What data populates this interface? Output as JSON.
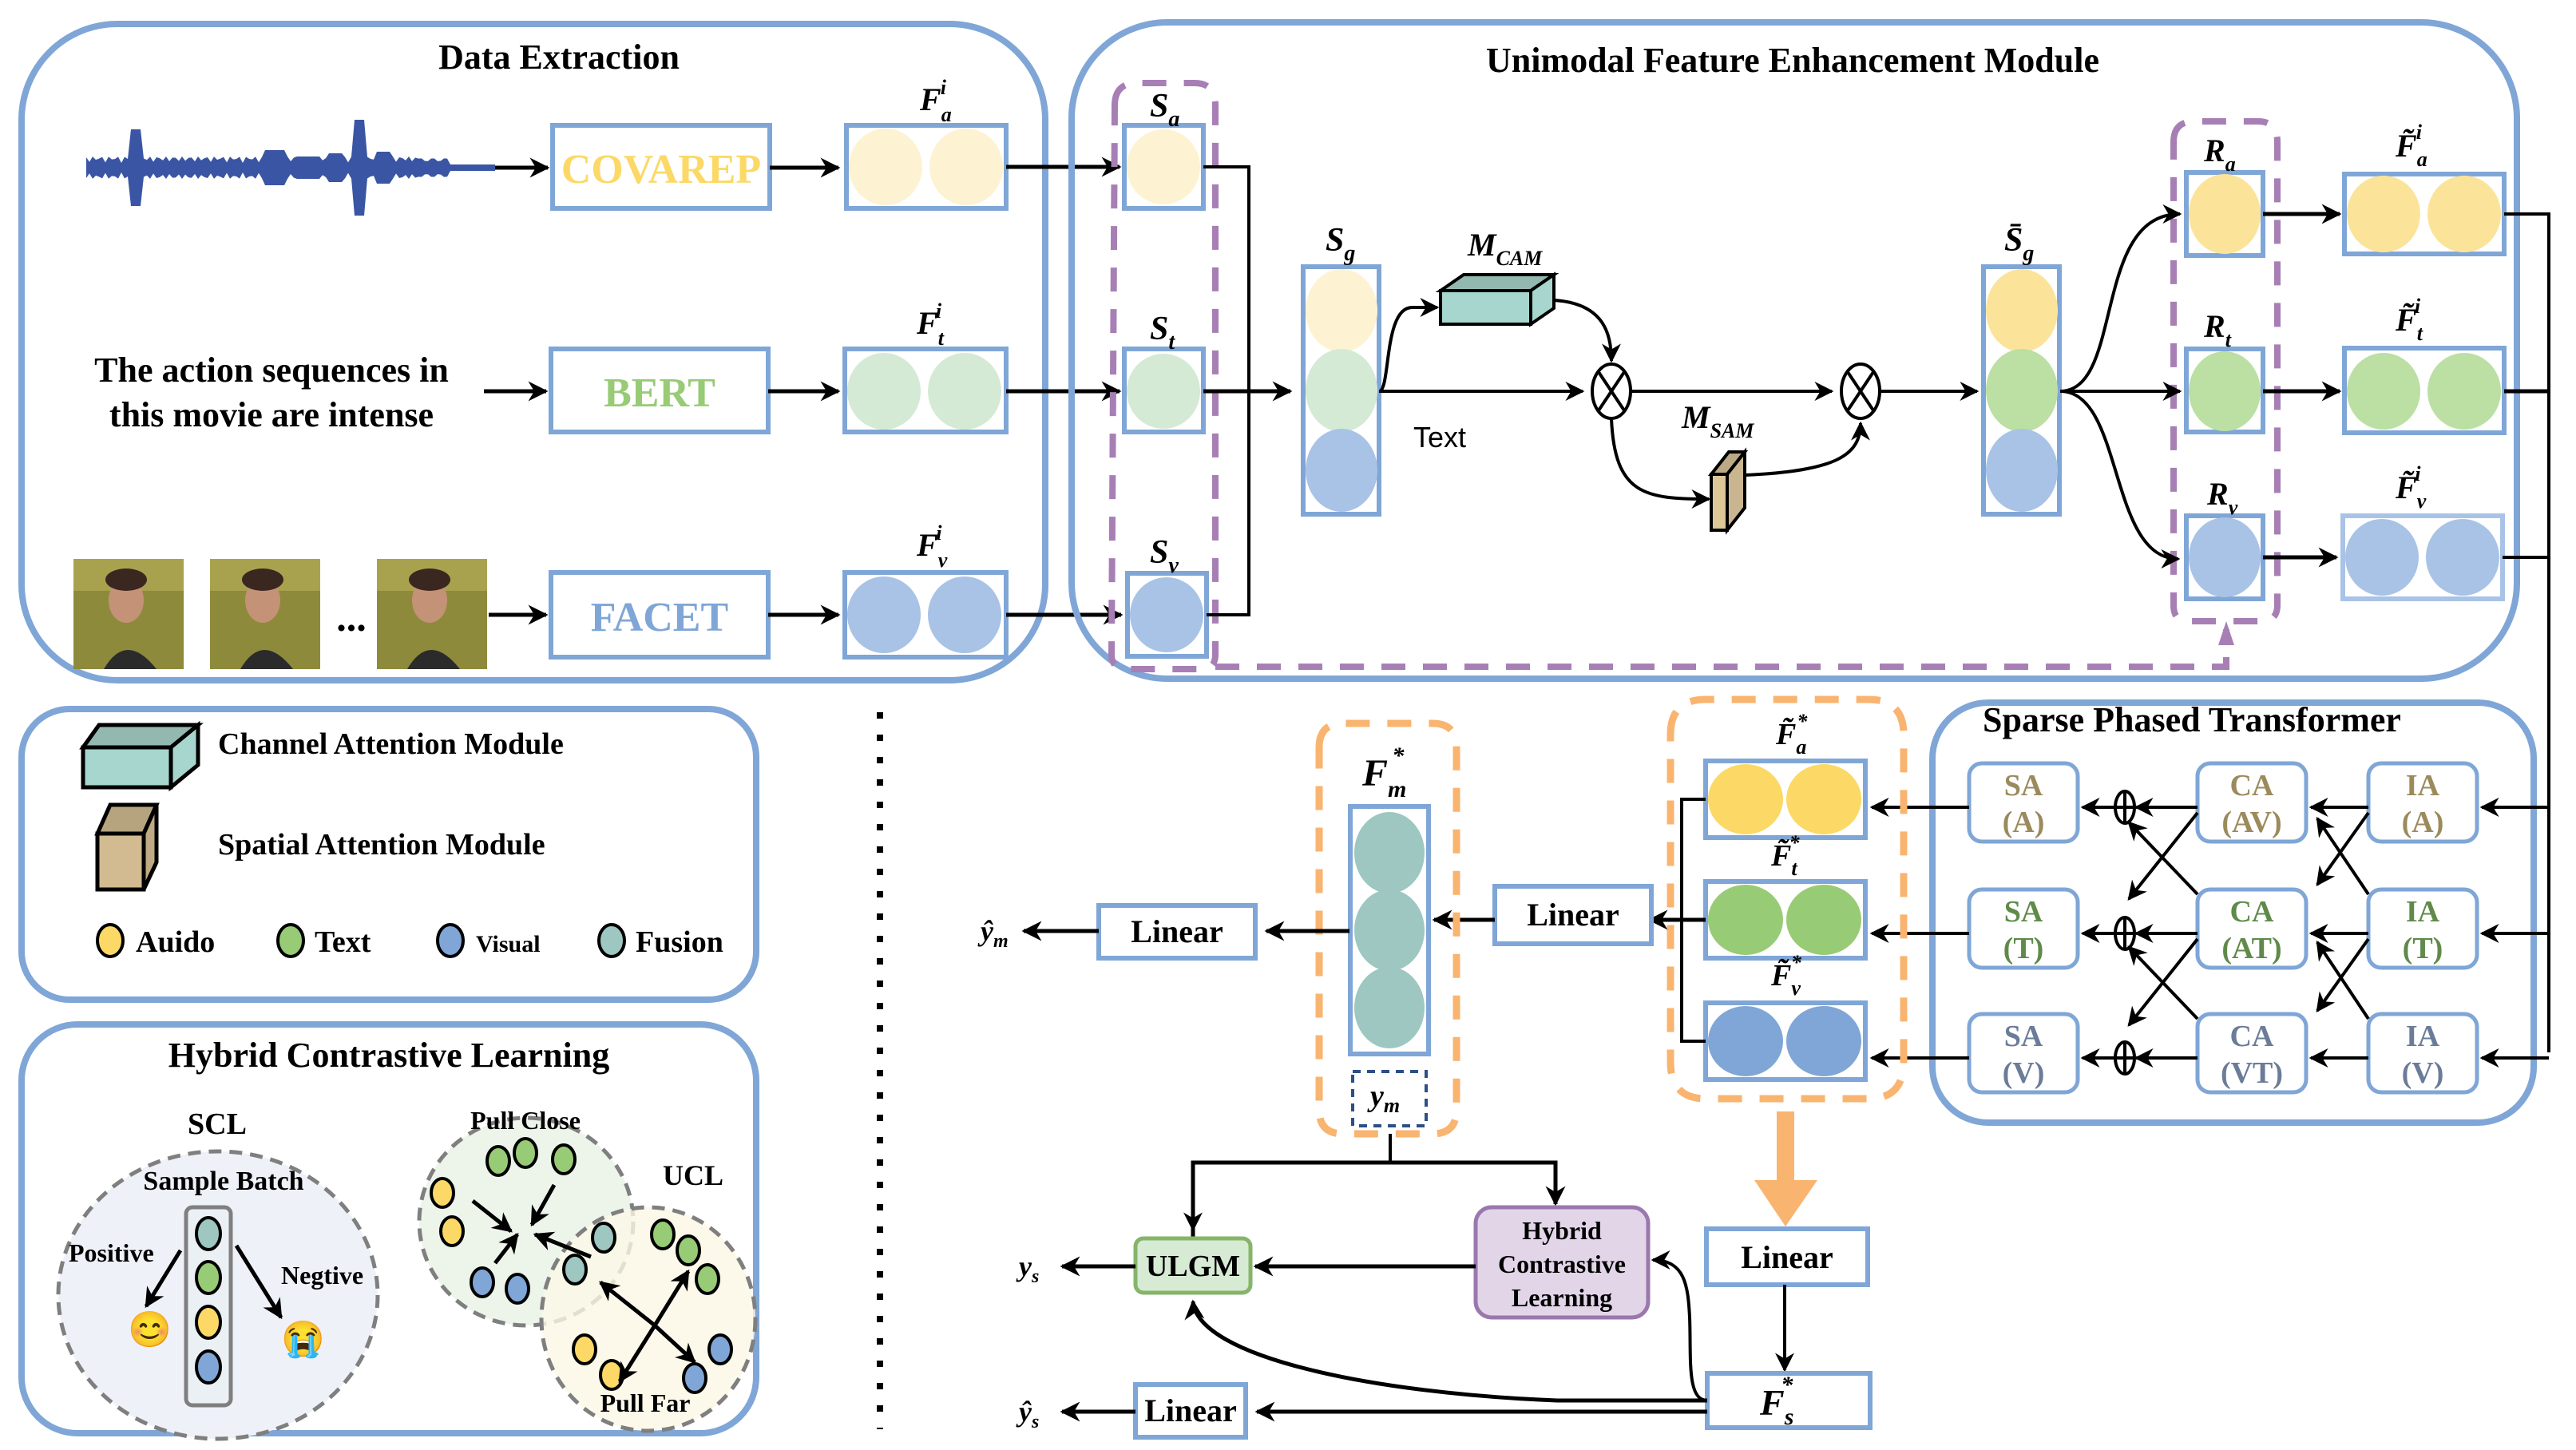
{
  "colors": {
    "frame_border": "#7fa6d6",
    "audio_light": "#fdf3d2",
    "audio": "#fbe49a",
    "audio_strong": "#fcd966",
    "text_light": "#d5ead5",
    "text": "#bcdfa3",
    "text_strong": "#98cb75",
    "visual_light": "#a9c3e6",
    "visual": "#7fa6d6",
    "fusion": "#9dc7c0",
    "purple_dash": "#a77fb5",
    "orange_dash": "#f9b470",
    "waveform": "#3a55a4",
    "ulgm_fill": "#d7ead4",
    "ulgm_border": "#86b56a",
    "hcl_fill": "#e2d5e8",
    "hcl_border": "#9a78ad",
    "sa_a_text": "#9b8a5c",
    "sa_t_text": "#5f8a4a",
    "sa_v_text": "#6b7c99"
  },
  "data_extraction": {
    "title": "Data Extraction",
    "audio_extractor": "COVAREP",
    "text_extractor": "BERT",
    "visual_extractor": "FACET",
    "input_sentence_line1": "The action sequences in",
    "input_sentence_line2": "this movie are intense",
    "frames_ellipsis": "...",
    "features": [
      {
        "symbol": "F",
        "sub": "a",
        "sup": "i"
      },
      {
        "symbol": "F",
        "sub": "t",
        "sup": "i"
      },
      {
        "symbol": "F",
        "sub": "v",
        "sup": "i"
      }
    ]
  },
  "ufem": {
    "title": "Unimodal Feature Enhancement Module",
    "inputs": [
      {
        "symbol": "S",
        "sub": "a"
      },
      {
        "symbol": "S",
        "sub": "t"
      },
      {
        "symbol": "S",
        "sub": "v"
      }
    ],
    "sg": {
      "symbol": "S",
      "sub": "g"
    },
    "sg_bar": {
      "symbol": "S̄",
      "sub": "g"
    },
    "mcam": {
      "symbol": "M",
      "sub": "CAM"
    },
    "msam": {
      "symbol": "M",
      "sub": "SAM"
    },
    "text_label": "Text",
    "residuals": [
      {
        "symbol": "R",
        "sub": "a"
      },
      {
        "symbol": "R",
        "sub": "t"
      },
      {
        "symbol": "R",
        "sub": "v"
      }
    ],
    "outputs": [
      {
        "symbol": "F̃",
        "sub": "a",
        "sup": "i"
      },
      {
        "symbol": "F̃",
        "sub": "t",
        "sup": "i"
      },
      {
        "symbol": "F̃",
        "sub": "v",
        "sup": "i"
      }
    ]
  },
  "legend": {
    "channel_attention": "Channel Attention Module",
    "spatial_attention": "Spatial Attention Module",
    "items": [
      {
        "label": "Auido",
        "color": "#fcd966"
      },
      {
        "label": "Text",
        "color": "#98cb75"
      },
      {
        "label": "Visual",
        "color": "#7fa6d6"
      },
      {
        "label": "Fusion",
        "color": "#9dc7c0"
      }
    ]
  },
  "hcl_panel": {
    "title": "Hybrid Contrastive Learning",
    "scl": "SCL",
    "sample_batch": "Sample Batch",
    "positive": "Positive",
    "negative": "Negtive",
    "ucl": "UCL",
    "pull_close": "Pull Close",
    "pull_far": "Pull Far",
    "positive_emoji": "😊",
    "negative_emoji": "😭"
  },
  "spt": {
    "title": "Sparse Phased Transformer",
    "rows": [
      {
        "sa": "SA",
        "sa_mod": "(A)",
        "ca": "CA",
        "ca_mod": "(AV)",
        "ia": "IA",
        "ia_mod": "(A)"
      },
      {
        "sa": "SA",
        "sa_mod": "(T)",
        "ca": "CA",
        "ca_mod": "(AT)",
        "ia": "IA",
        "ia_mod": "(T)"
      },
      {
        "sa": "SA",
        "sa_mod": "(V)",
        "ca": "CA",
        "ca_mod": "(VT)",
        "ia": "IA",
        "ia_mod": "(V)"
      }
    ]
  },
  "fusion": {
    "star_features": [
      {
        "symbol": "F̃",
        "sub": "a",
        "sup": "*"
      },
      {
        "symbol": "F̃",
        "sub": "t",
        "sup": "*"
      },
      {
        "symbol": "F̃",
        "sub": "v",
        "sup": "*"
      }
    ],
    "fm": {
      "symbol": "F",
      "sub": "m",
      "sup": "*"
    },
    "ym": {
      "symbol": "y",
      "sub": "m"
    },
    "linear_label": "Linear",
    "ym_hat": {
      "symbol": "ŷ",
      "sub": "m"
    },
    "ys": {
      "symbol": "y",
      "sub": "s"
    },
    "ys_hat": {
      "symbol": "ŷ",
      "sub": "s"
    },
    "ulgm": "ULGM",
    "hcl_line1": "Hybrid",
    "hcl_line2": "Contrastive",
    "hcl_line3": "Learning",
    "fs": {
      "symbol": "F",
      "sub": "s",
      "sup": "*"
    }
  }
}
